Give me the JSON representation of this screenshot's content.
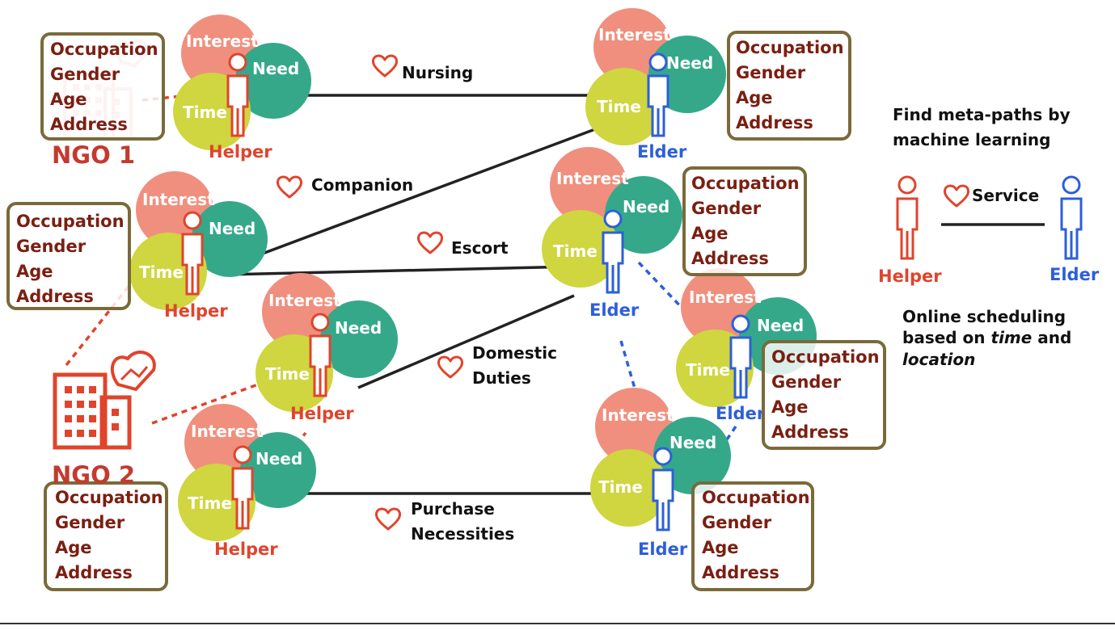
{
  "colors": {
    "interest": "#f08f7e",
    "need": "#35a88a",
    "time": "#cfd63f",
    "helper": "#e0442c",
    "elder": "#2d5fd9",
    "attr_text": "#7a1f12",
    "attr_border": "#7a6a3a",
    "ngo": "#c43a2e",
    "heart": "#e0442c",
    "link": "#222222"
  },
  "circles": {
    "interest": "Interest",
    "need": "Need",
    "time": "Time"
  },
  "roles": {
    "helper": "Helper",
    "elder": "Elder"
  },
  "attributes": [
    "Occupation",
    "Gender",
    "Age",
    "Address"
  ],
  "ngos": {
    "ngo1": "NGO 1",
    "ngo2": "NGO 2"
  },
  "services": {
    "nursing": "Nursing",
    "companion": "Companion",
    "escort": "Escort",
    "domestic_1": "Domestic",
    "domestic_2": "Duties",
    "purchase_1": "Purchase",
    "purchase_2": "Necessities"
  },
  "legend": {
    "metapath_1": "Find meta-paths by",
    "metapath_2": "machine learning",
    "service": "Service",
    "helper": "Helper",
    "elder": "Elder"
  },
  "scheduling": {
    "line1": "Online scheduling",
    "line2_prefix": "based on ",
    "line2_emph": "time",
    "line2_suffix": " and",
    "line3_emph": "location"
  }
}
